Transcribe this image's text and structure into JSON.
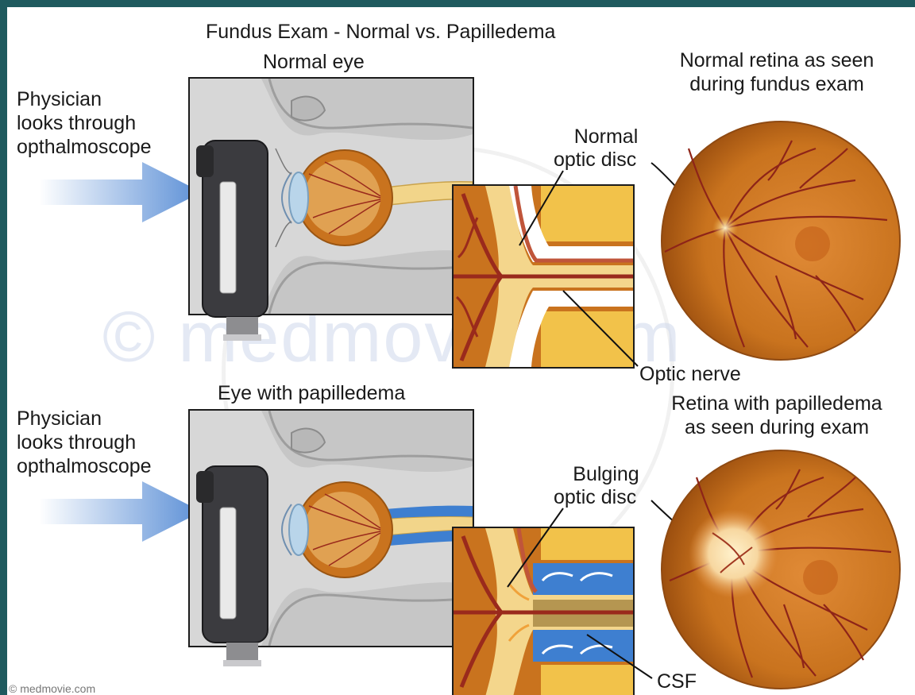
{
  "title": "Fundus Exam - Normal vs. Papilledema",
  "watermark": "© medmovie.com",
  "copyright": "© medmovie.com",
  "top": {
    "panel_title": "Normal eye",
    "physician_label": [
      "Physician",
      "looks through",
      "opthalmoscope"
    ],
    "disc_callout": [
      "Normal",
      "optic disc"
    ],
    "nerve_callout": "Optic nerve",
    "retina_title": [
      "Normal retina as seen",
      "during fundus exam"
    ]
  },
  "bottom": {
    "panel_title": "Eye with papilledema",
    "physician_label": [
      "Physician",
      "looks through",
      "opthalmoscope"
    ],
    "disc_callout": [
      "Bulging",
      "optic disc"
    ],
    "csf_callout": "CSF",
    "retina_title": [
      "Retina with papilledema",
      "as seen during exam"
    ]
  },
  "colors": {
    "arrow_blue": "#5b8fd6",
    "retina_orange": "#c9731e",
    "nerve_yellow": "#f2d58a",
    "vessel_red": "#9a2a1c",
    "csf_blue": "#3e7fd0"
  }
}
